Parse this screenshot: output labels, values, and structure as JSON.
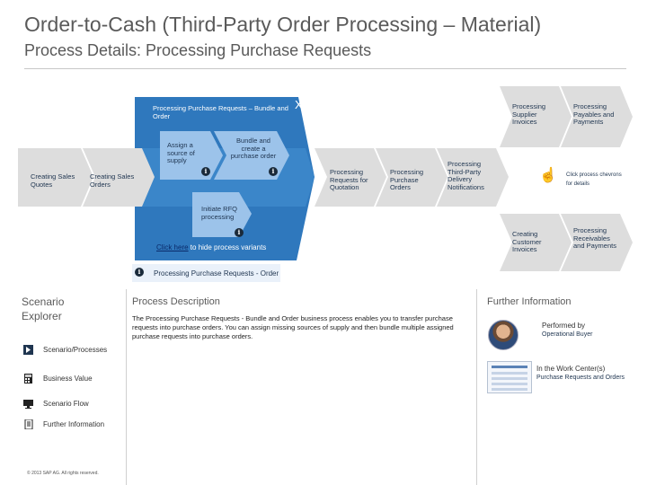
{
  "header": {
    "title": "Order-to-Cash (Third-Party Order Processing – Material)",
    "subtitle": "Process Details: Processing Purchase Requests"
  },
  "flow": {
    "steps": {
      "creating_sales_quotes": "Creating Sales Quotes",
      "creating_sales_orders": "Creating Sales Orders",
      "processing_requests_quotation": "Processing Requests for Quotation",
      "processing_purchase_orders": "Processing Purchase Orders",
      "processing_third_party_delivery": "Processing Third-Party Delivery Notifications",
      "processing_supplier_invoices": "Processing Supplier Invoices",
      "processing_payables_payments": "Processing Payables and Payments",
      "creating_customer_invoices": "Creating Customer Invoices",
      "processing_receivables_payments": "Processing Receivables and Payments"
    },
    "expanded": {
      "title": "Processing Purchase Requests – Bundle and Order",
      "close": "X",
      "substeps": {
        "assign_source": "Assign a source of supply",
        "bundle_create": "Bundle and create a purchase order",
        "initiate_rfq": "Initiate RFQ processing"
      },
      "info_badge": "i",
      "hide_link": "Click here",
      "hide_rest": " to hide process variants"
    },
    "click_hint": "Click process chevrons for details",
    "variant": "Processing Purchase Requests - Order"
  },
  "explorer": {
    "title": "Scenario Explorer",
    "items": {
      "scenario_processes": "Scenario/Processes",
      "business_value": "Business Value",
      "scenario_flow": "Scenario Flow",
      "further_information": "Further Information"
    },
    "copyright": "© 2013 SAP AG. All rights reserved."
  },
  "description": {
    "heading": "Process Description",
    "text": "The Processing Purchase Requests - Bundle and Order business process enables you to transfer purchase requests into purchase orders. You can assign missing sources of supply and then bundle multiple assigned purchase requests into purchase orders."
  },
  "further_info": {
    "heading": "Further Information",
    "performed_by_label": "Performed by",
    "performed_by": "Operational Buyer",
    "work_center_label": "In the Work Center(s)",
    "work_center": "Purchase Requests and Orders"
  },
  "colors": {
    "chevron": "#1e5c96",
    "chevron_light": "#4a88c4",
    "subchevron": "#8db8e4",
    "inactive": "#dcdcdc",
    "expanded_panel": "#2a74b8"
  }
}
